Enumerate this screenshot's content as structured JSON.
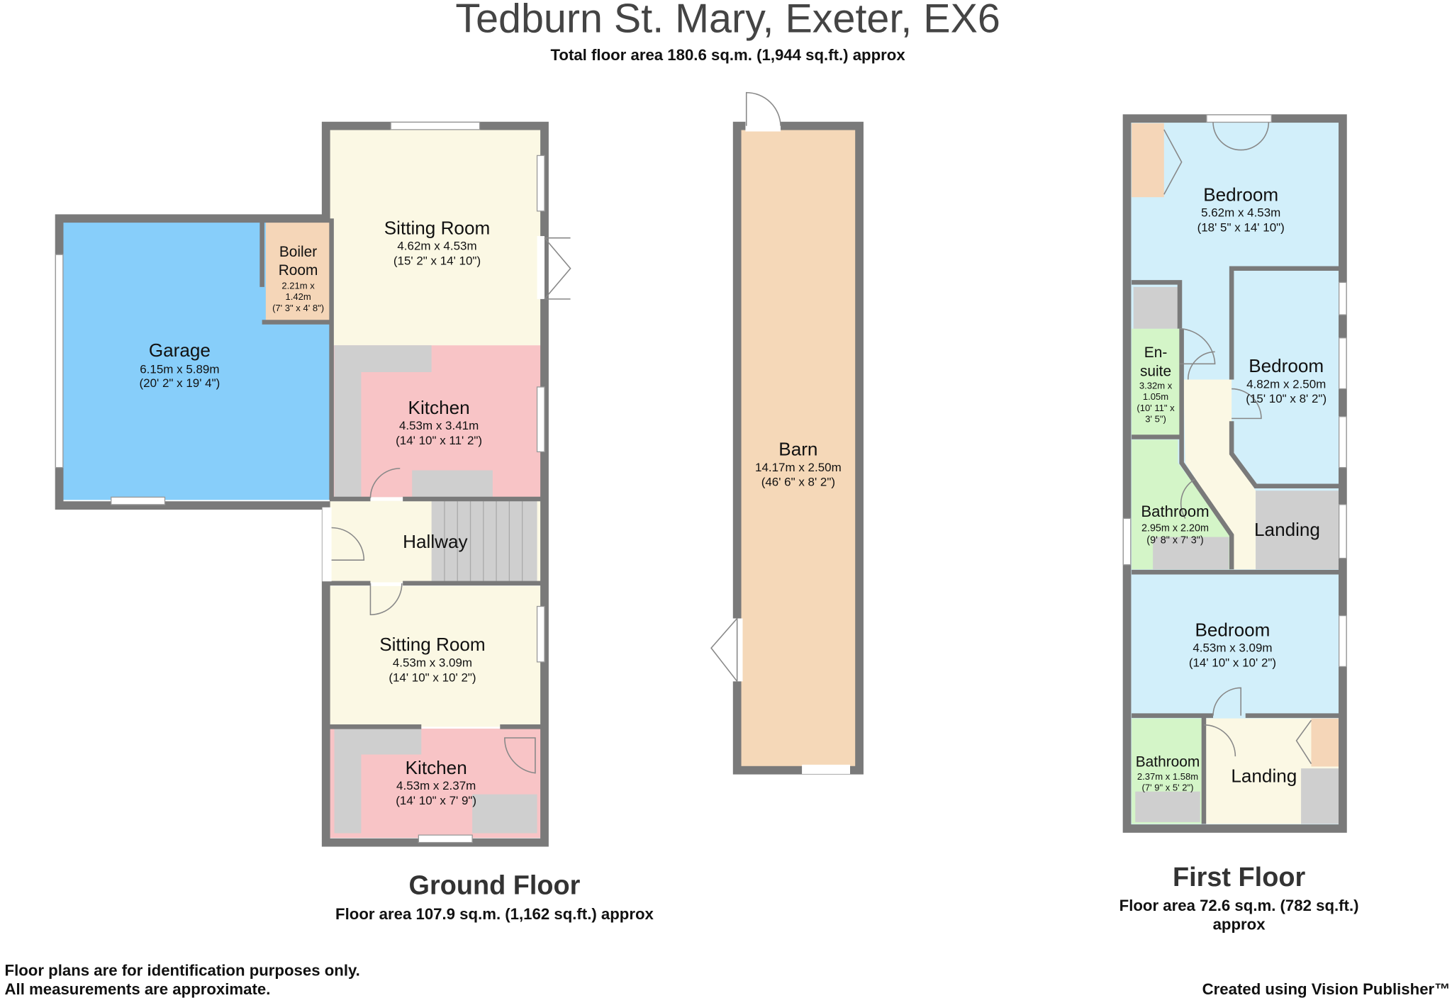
{
  "header": {
    "title": "Tedburn St. Mary, Exeter, EX6",
    "subtitle": "Total floor area 180.6 sq.m. (1,944 sq.ft.) approx"
  },
  "colors": {
    "garage": "#87cefa",
    "boiler": "#f5d6b8",
    "living": "#fbf8e4",
    "kitchen": "#f8c4c6",
    "bedroom": "#d2effa",
    "bathroom": "#d4f5c8",
    "barn": "#f5d8b8",
    "wall": "#7a7a7a"
  },
  "ground_floor": {
    "label": "Ground Floor",
    "area": "Floor area 107.9 sq.m. (1,162 sq.ft.) approx",
    "rooms": {
      "garage": {
        "name": "Garage",
        "dims": "6.15m x 5.89m",
        "imperial": "(20' 2\" x 19' 4\")"
      },
      "boiler": {
        "name1": "Boiler",
        "name2": "Room",
        "dims1": "2.21m x",
        "dims2": "1.42m",
        "imperial": "(7' 3\" x 4' 8\")"
      },
      "sitting1": {
        "name": "Sitting Room",
        "dims": "4.62m x 4.53m",
        "imperial": "(15' 2\" x 14' 10\")"
      },
      "kitchen1": {
        "name": "Kitchen",
        "dims": "4.53m x 3.41m",
        "imperial": "(14' 10\" x 11' 2\")"
      },
      "hallway": {
        "name": "Hallway"
      },
      "sitting2": {
        "name": "Sitting Room",
        "dims": "4.53m x 3.09m",
        "imperial": "(14' 10\" x 10' 2\")"
      },
      "kitchen2": {
        "name": "Kitchen",
        "dims": "4.53m x 2.37m",
        "imperial": "(14' 10\" x 7' 9\")"
      }
    }
  },
  "barn": {
    "name": "Barn",
    "dims": "14.17m x 2.50m",
    "imperial": "(46' 6\" x 8' 2\")"
  },
  "first_floor": {
    "label": "First Floor",
    "area1": "Floor area 72.6 sq.m. (782 sq.ft.)",
    "area2": "approx",
    "rooms": {
      "bedroom1": {
        "name": "Bedroom",
        "dims": "5.62m x 4.53m",
        "imperial": "(18' 5\" x 14' 10\")"
      },
      "ensuite": {
        "name1": "En-",
        "name2": "suite",
        "dims1": "3.32m x",
        "dims2": "1.05m",
        "imp1": "(10' 11\" x",
        "imp2": "3' 5\")"
      },
      "bedroom2": {
        "name": "Bedroom",
        "dims": "4.82m x 2.50m",
        "imperial": "(15' 10\" x 8' 2\")"
      },
      "bathroom1": {
        "name": "Bathroom",
        "dims": "2.95m x 2.20m",
        "imperial": "(9' 8\" x 7' 3\")"
      },
      "landing1": {
        "name": "Landing"
      },
      "bedroom3": {
        "name": "Bedroom",
        "dims": "4.53m x 3.09m",
        "imperial": "(14' 10\" x 10' 2\")"
      },
      "bathroom2": {
        "name": "Bathroom",
        "dims": "2.37m x 1.58m",
        "imperial": "(7' 9\" x 5' 2\")"
      },
      "landing2": {
        "name": "Landing"
      }
    }
  },
  "footer": {
    "disclaimer1": "Floor plans are for identification purposes only.",
    "disclaimer2": "All measurements are approximate.",
    "credit": "Created using Vision Publisher™"
  }
}
